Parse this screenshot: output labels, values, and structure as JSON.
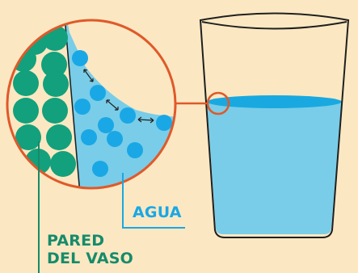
{
  "labels": {
    "water": "AGUA",
    "glass_wall_line1": "PARED",
    "glass_wall_line2": "DEL VASO"
  },
  "colors": {
    "background": "#fbe8c2",
    "glass_outline": "#1f1f1f",
    "water_fill": "#79cde8",
    "water_surface": "#19a9e0",
    "callout_ring": "#e0592a",
    "wall_molecule": "#13a07c",
    "water_molecule": "#1aa7e5",
    "label_water": "#1aa7e5",
    "label_wall": "#168b6b"
  }
}
